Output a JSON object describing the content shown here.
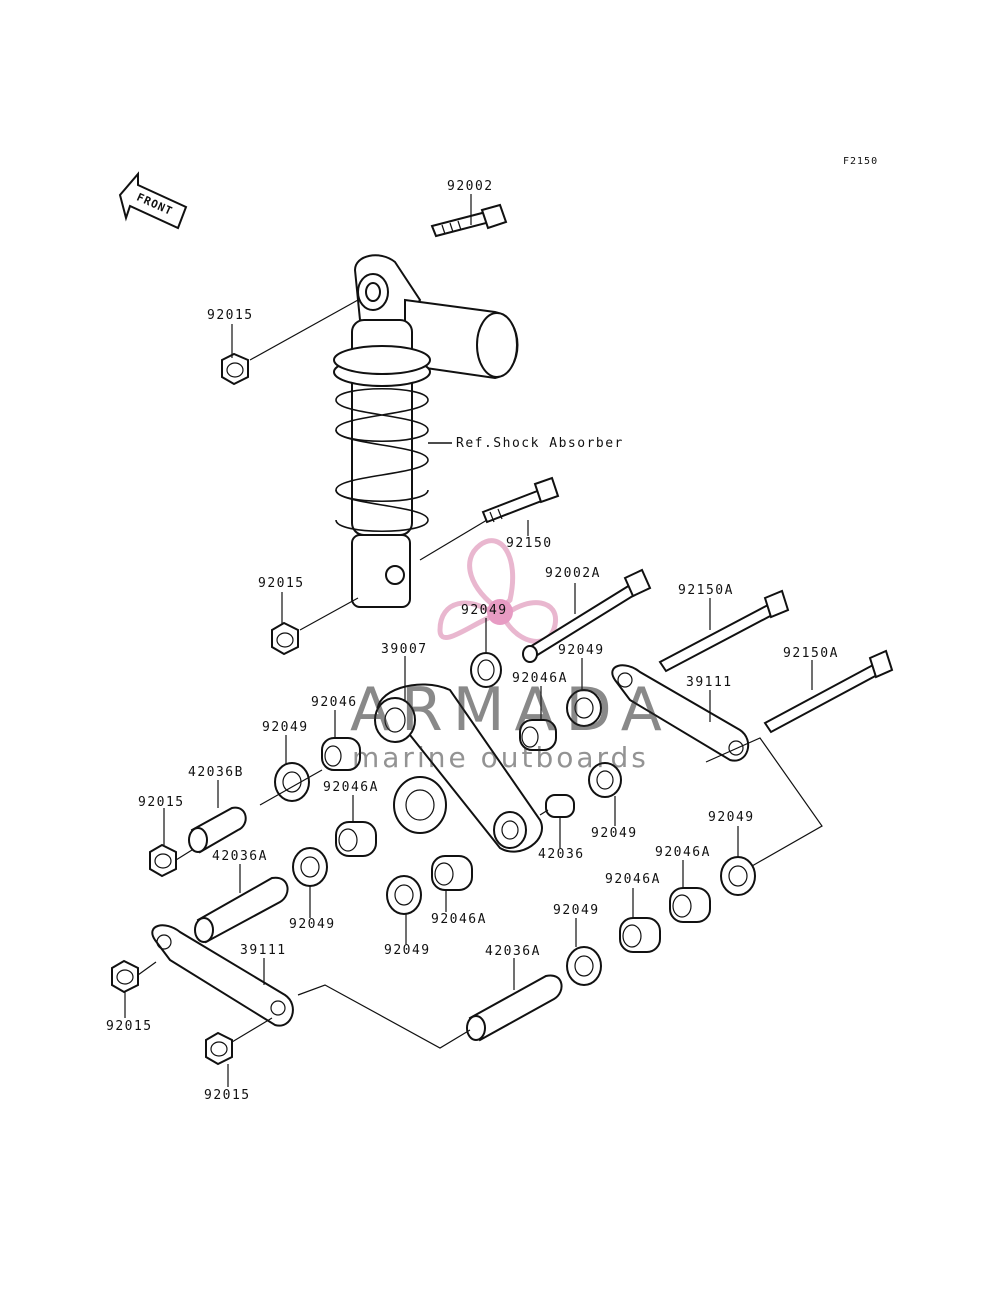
{
  "figure_code": "F2150",
  "front_arrow_text": "FRONT",
  "reference": "Ref.Shock Absorber",
  "watermark": {
    "title": "ARMADA",
    "subtitle": "marine outboards",
    "logo_color": "#e29fc0"
  },
  "parts": [
    {
      "id": "p01",
      "number": "92002"
    },
    {
      "id": "p02",
      "number": "92015"
    },
    {
      "id": "p03",
      "number": "92150"
    },
    {
      "id": "p04",
      "number": "92015"
    },
    {
      "id": "p05",
      "number": "92002A"
    },
    {
      "id": "p06",
      "number": "92150A"
    },
    {
      "id": "p07",
      "number": "92049"
    },
    {
      "id": "p08",
      "number": "39007"
    },
    {
      "id": "p09",
      "number": "92049"
    },
    {
      "id": "p10",
      "number": "92150A"
    },
    {
      "id": "p11",
      "number": "92046A"
    },
    {
      "id": "p12",
      "number": "39111"
    },
    {
      "id": "p13",
      "number": "92046"
    },
    {
      "id": "p14",
      "number": "92049"
    },
    {
      "id": "p15",
      "number": "42036B"
    },
    {
      "id": "p16",
      "number": "92046A"
    },
    {
      "id": "p17",
      "number": "92015"
    },
    {
      "id": "p18",
      "number": "92049"
    },
    {
      "id": "p19",
      "number": "42036"
    },
    {
      "id": "p20",
      "number": "42036A"
    },
    {
      "id": "p21",
      "number": "92049"
    },
    {
      "id": "p22",
      "number": "92046A"
    },
    {
      "id": "p23",
      "number": "92046A"
    },
    {
      "id": "p24",
      "number": "92049"
    },
    {
      "id": "p25",
      "number": "92046A"
    },
    {
      "id": "p26",
      "number": "92049"
    },
    {
      "id": "p27",
      "number": "92049"
    },
    {
      "id": "p28",
      "number": "39111"
    },
    {
      "id": "p29",
      "number": "42036A"
    },
    {
      "id": "p30",
      "number": "92015"
    },
    {
      "id": "p31",
      "number": "92015"
    }
  ]
}
